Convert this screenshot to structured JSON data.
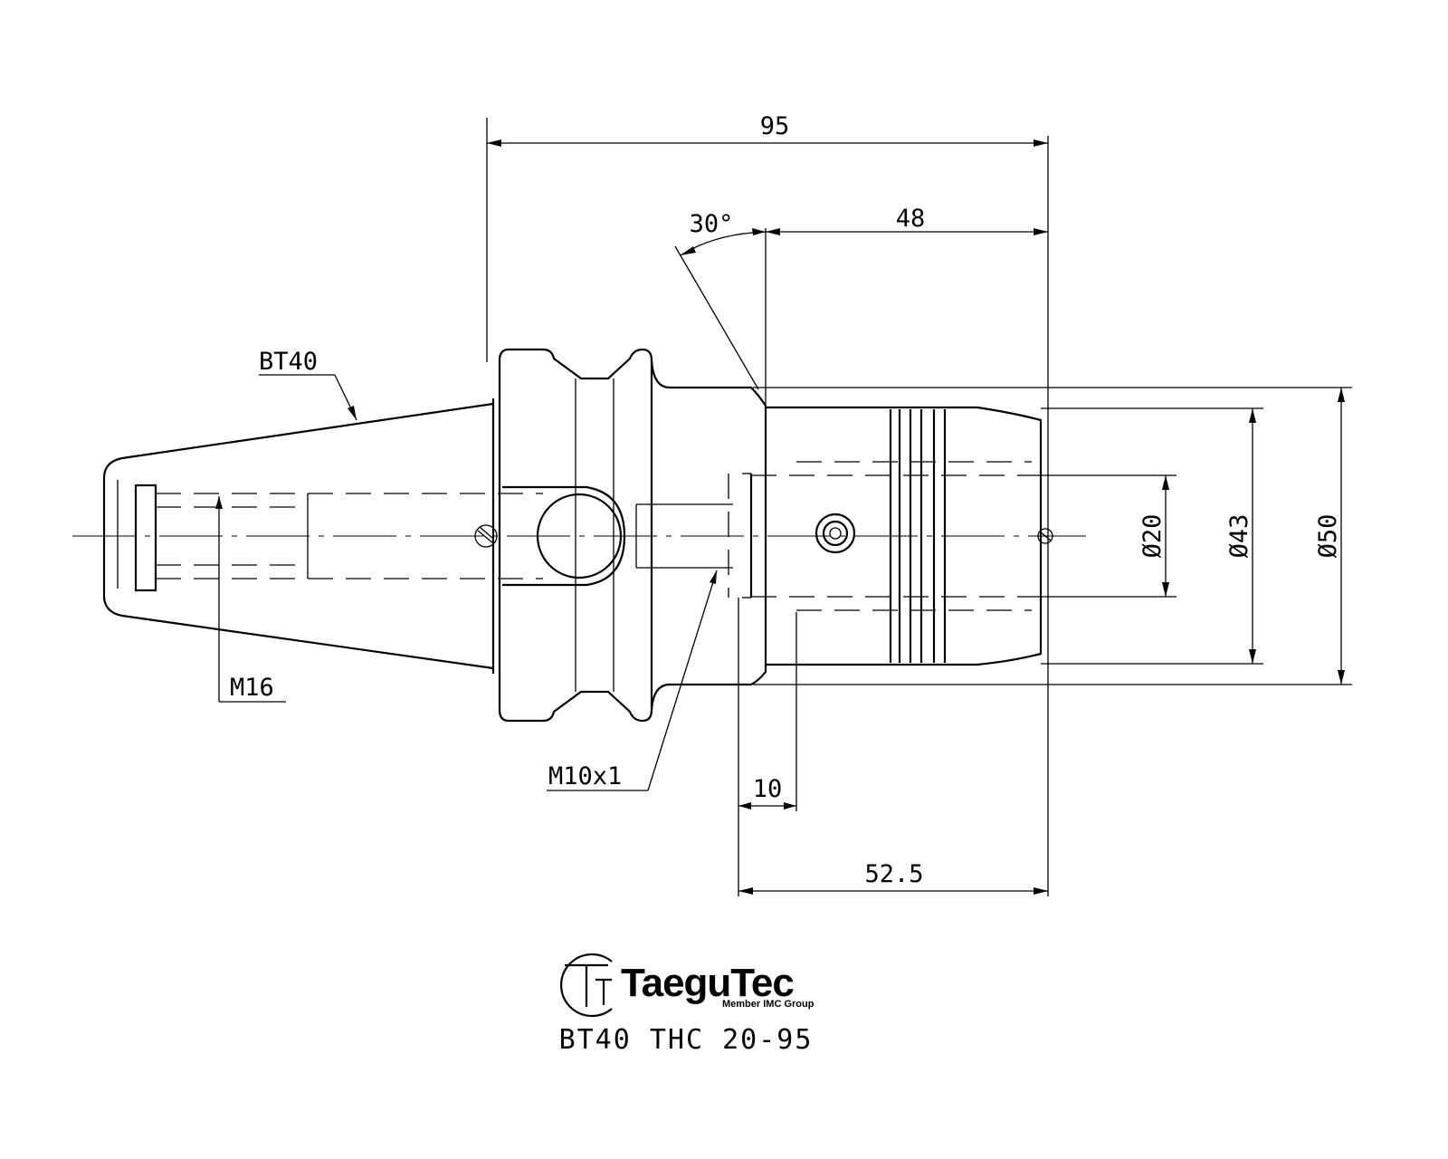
{
  "drawing": {
    "dimensions": {
      "overall_length": "95",
      "chamfer_angle": "30°",
      "body_length": "48",
      "gauge_offset": "10",
      "clamp_length": "52.5",
      "bore_diameter": "Ø20",
      "clamp_diameter": "Ø43",
      "body_diameter": "Ø50"
    },
    "callouts": {
      "taper": "BT40",
      "retention_thread": "M16",
      "side_thread": "M10x1"
    },
    "logo": {
      "brand": "TaeguTec",
      "tagline": "Member IMC Group"
    },
    "part_number": "BT40 THC 20-95"
  }
}
